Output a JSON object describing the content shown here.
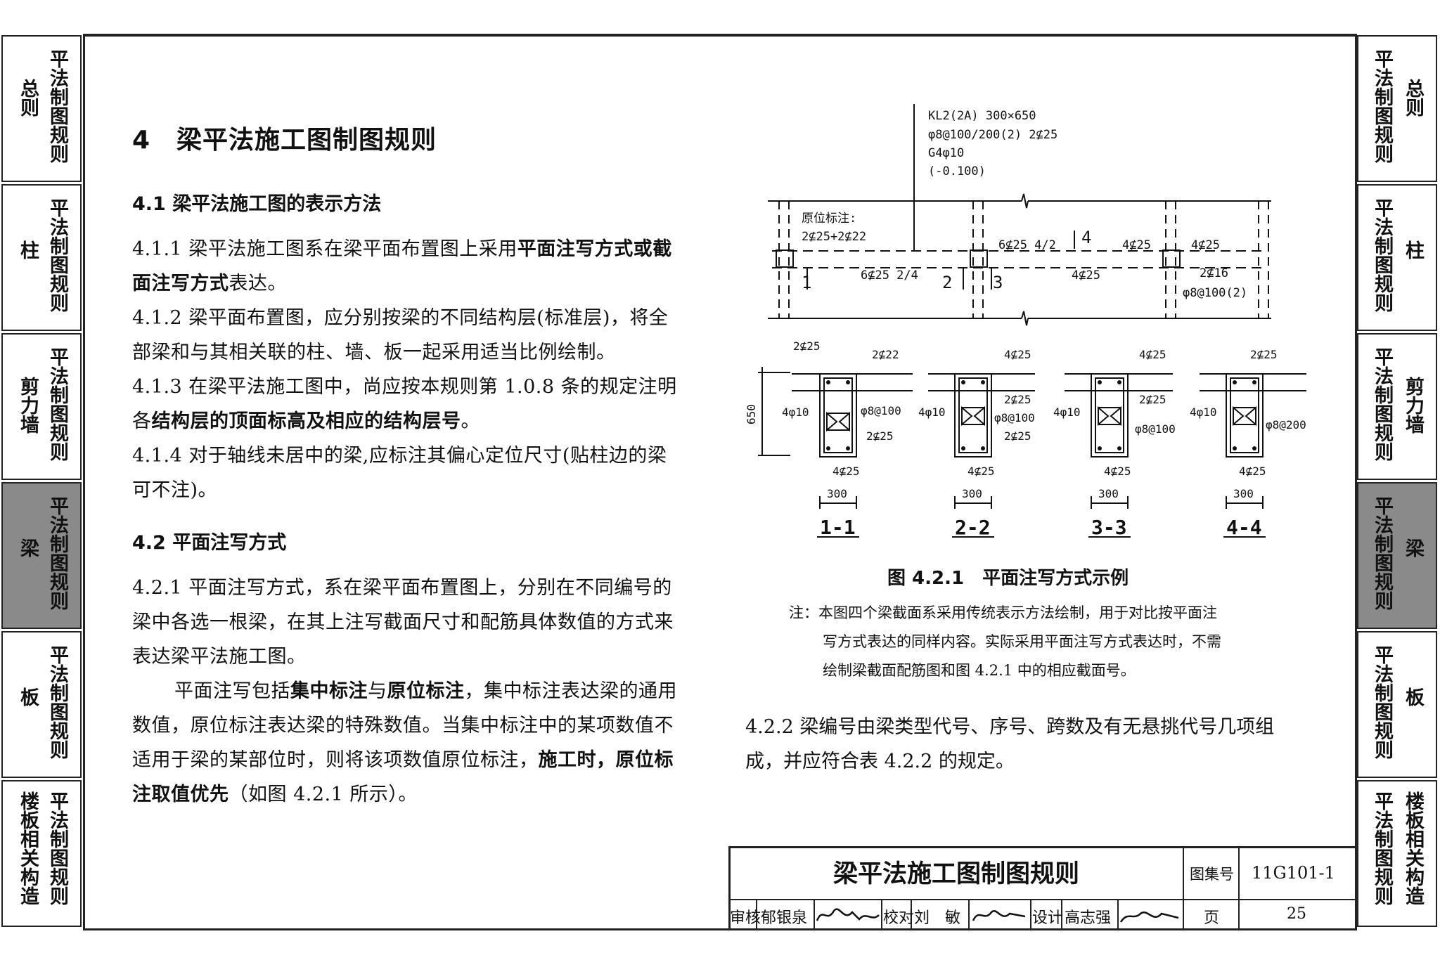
{
  "side_tabs_left": [
    {
      "main": "总则",
      "sub": "平法制图规则",
      "active": false
    },
    {
      "main": "柱",
      "sub": "平法制图规则",
      "active": false
    },
    {
      "main": "剪力墙",
      "sub": "平法制图规则",
      "active": false
    },
    {
      "main": "梁",
      "sub": "平法制图规则",
      "active": true
    },
    {
      "main": "板",
      "sub": "平法制图规则",
      "active": false
    },
    {
      "main": "楼板相关构造",
      "sub": "平法制图规则",
      "active": false
    }
  ],
  "side_tabs_right": [
    {
      "main": "总则",
      "sub": "平法制图规则",
      "active": false
    },
    {
      "main": "柱",
      "sub": "平法制图规则",
      "active": false
    },
    {
      "main": "剪力墙",
      "sub": "平法制图规则",
      "active": false
    },
    {
      "main": "梁",
      "sub": "平法制图规则",
      "active": true
    },
    {
      "main": "板",
      "sub": "平法制图规则",
      "active": false
    },
    {
      "main": "楼板相关构造",
      "sub": "平法制图规则",
      "active": false
    }
  ],
  "content": {
    "chapter_title": "4　梁平法施工图制图规则",
    "sec41": "4.1 梁平法施工图的表示方法",
    "p411a": "4.1.1 梁平法施工图系在梁平面布置图上采用",
    "p411b": "平面注写方式",
    "p411c": "或",
    "p411d": "截面注写方式",
    "p411e": "表达。",
    "p412": "4.1.2 梁平面布置图，应分别按梁的不同结构层(标准层)，将全部梁和与其相关联的柱、墙、板一起采用适当比例绘制。",
    "p413a": "4.1.3 在梁平法施工图中，尚应按本规则第 1.0.8 条的规定注明各",
    "p413b": "结构层的顶面标高及相应的结构层号",
    "p413c": "。",
    "p414": "4.1.4 对于轴线未居中的梁,应标注其偏心定位尺寸(贴柱边的梁可不注)。",
    "sec42": "4.2 平面注写方式",
    "p421": "4.2.1 平面注写方式，系在梁平面布置图上，分别在不同编号的梁中各选一根梁，在其上注写截面尺寸和配筋具体数值的方式来表达梁平法施工图。",
    "p421b_1": "平面注写包括",
    "p421b_2": "集中标注",
    "p421b_3": "与",
    "p421b_4": "原位标注",
    "p421b_5": "，集中标注表达梁的通用数值，原位标注表达梁的特殊数值。当集中标注中的某项数值不适用于梁的某部位时，则将该项数值原位标注，",
    "p421b_6": "施工时，原位标注取值优先",
    "p421b_7": "（如图 4.2.1 所示）。",
    "fig_caption": "图 4.2.1　平面注写方式示例",
    "note_1": "注：本图四个梁截面系采用传统表示方法绘制，用于对比按平面注",
    "note_2": "写方式表达的同样内容。实际采用平面注写方式表达时，不需",
    "note_3": "绘制梁截面配筋图和图 4.2.1 中的相应截面号。",
    "p422": "4.2.2 梁编号由梁类型代号、序号、跨数及有无悬挑代号几项组成，并应符合表 4.2.2 的规定。"
  },
  "figure": {
    "lead_1": "KL2(2A) 300×650",
    "lead_2": "φ8@100/200(2) 2⊈25",
    "lead_3": "G4φ10",
    "lead_4": "(-0.100)",
    "yuanwei": "原位标注:",
    "yuanwei_val": "2⊈25+2⊈22",
    "top_mid": "6⊈25 4/2",
    "sec4": "4",
    "top_right1": "4⊈25",
    "top_right2": "4⊈25",
    "bot_left": "6⊈25 2/4",
    "bot_mid": "4⊈25",
    "right_bot": "2⊈16",
    "right_stir": "φ8@100(2)",
    "sec_1": "1",
    "sec_2": "2",
    "sec_3": "3",
    "dim650": "650",
    "s1_top_a": "2⊈25",
    "s1_top_b": "2⊈22",
    "s1_side": "4φ10",
    "s1_stir": "φ8@100",
    "s1_bot2": "2⊈25",
    "s1_bot": "4⊈25",
    "s2_top": "4⊈25",
    "s2_side": "4φ10",
    "s2_r1": "2⊈25",
    "s2_stir": "φ8@100",
    "s2_r2": "2⊈25",
    "s2_bot": "4⊈25",
    "s3_top": "4⊈25",
    "s3_side": "4φ10",
    "s3_r1": "2⊈25",
    "s3_stir": "φ8@100",
    "s3_bot": "4⊈25",
    "s4_top": "2⊈25",
    "s4_side": "4φ10",
    "s4_stir": "φ8@200",
    "s4_bot": "4⊈25",
    "w300": "300",
    "label_11": "1-1",
    "label_22": "2-2",
    "label_33": "3-3",
    "label_44": "4-4"
  },
  "title_block": {
    "title": "梁平法施工图制图规则",
    "atlas_label": "图集号",
    "atlas_no": "11G101-1",
    "review_label": "审核",
    "reviewer": "郁银泉",
    "check_label": "校对",
    "checker": "刘　敏",
    "design_label": "设计",
    "designer": "高志强",
    "page_label": "页",
    "page_no": "25"
  }
}
